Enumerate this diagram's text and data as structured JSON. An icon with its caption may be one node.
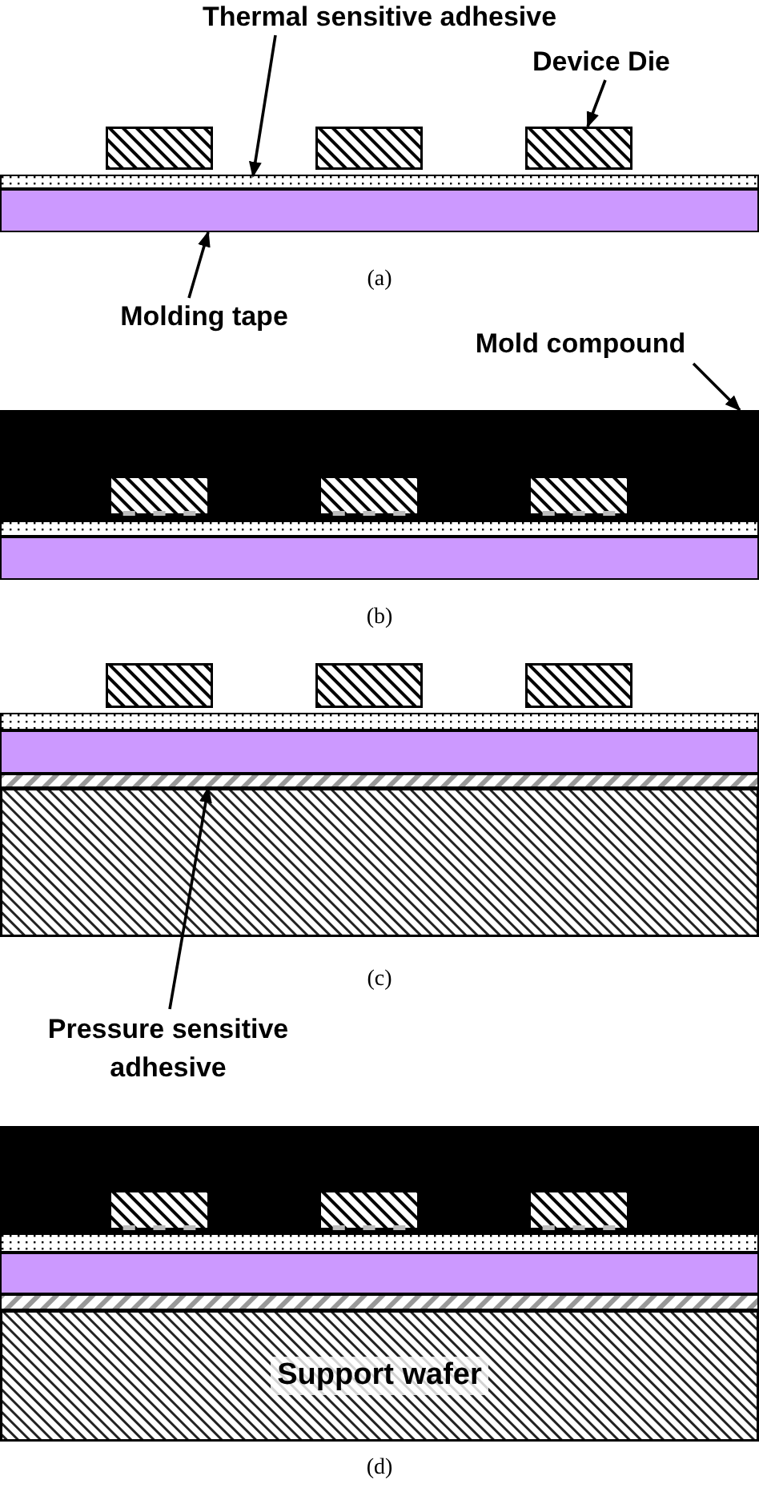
{
  "diagram": {
    "nodes": [
      {
        "text": [
          "Thermal sensitive adhesive"
        ]
      },
      {
        "text": [
          "Device Die"
        ]
      },
      {
        "text": [],
        "shape": "box"
      },
      {
        "text": [],
        "shape": "box"
      },
      {
        "text": [],
        "shape": "box"
      },
      {
        "text": [],
        "shape": "bar"
      },
      {
        "text": [],
        "shape": "bar"
      },
      {
        "text": [
          "Molding tape"
        ]
      },
      {
        "text": [
          "Mold compound"
        ]
      },
      {
        "text": [],
        "shape": "box"
      },
      {
        "text": [],
        "shape": "box",
        "in": 9
      },
      {
        "text": [],
        "shape": "box",
        "in": 9
      },
      {
        "text": [],
        "shape": "box",
        "in": 9
      },
      {
        "text": [],
        "shape": "bar"
      },
      {
        "text": [],
        "shape": "bar"
      },
      {
        "text": [],
        "shape": "box"
      },
      {
        "text": [],
        "shape": "box"
      },
      {
        "text": [],
        "shape": "box"
      },
      {
        "text": [],
        "shape": "bar"
      },
      {
        "text": [],
        "shape": "bar"
      },
      {
        "text": [],
        "shape": "bar"
      },
      {
        "text": [],
        "shape": "box"
      },
      {
        "text": [
          "Pressure sensitive adhesive"
        ]
      },
      {
        "text": [],
        "shape": "box"
      },
      {
        "text": [],
        "shape": "box",
        "in": 23
      },
      {
        "text": [],
        "shape": "box",
        "in": 23
      },
      {
        "text": [],
        "shape": "box",
        "in": 23
      },
      {
        "text": [],
        "shape": "bar"
      },
      {
        "text": [],
        "shape": "bar"
      },
      {
        "text": [],
        "shape": "bar"
      },
      {
        "text": [
          "Support wafer"
        ]
      }
    ],
    "edges": [
      {
        "from": 0,
        "to": 5,
        "arrow": "to"
      },
      {
        "from": 1,
        "to": 4,
        "arrow": "to"
      },
      {
        "from": 7,
        "to": 6,
        "arrow": "to"
      },
      {
        "from": 8,
        "to": 9,
        "arrow": "to"
      },
      {
        "from": 22,
        "to": 20,
        "arrow": "to"
      }
    ],
    "labels": [
      "(a)",
      "(b)",
      "(c)",
      "(d)"
    ]
  }
}
